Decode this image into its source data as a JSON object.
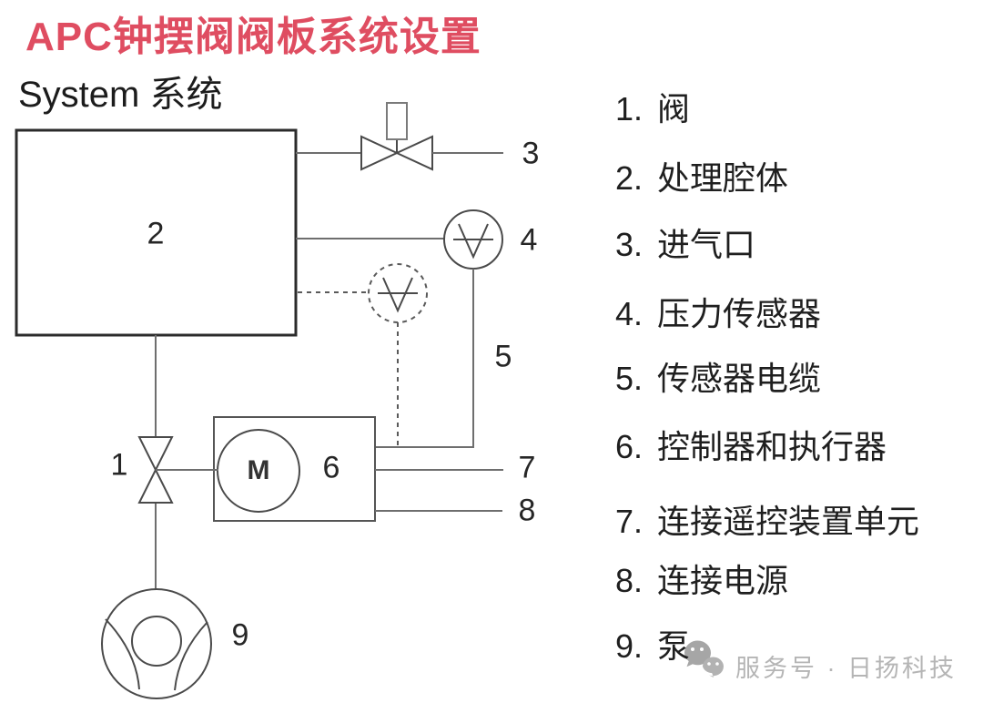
{
  "title": "APC钟摆阀阀板系统设置",
  "diagram": {
    "system_label": "System 系统",
    "labels": {
      "valve": "1",
      "chamber": "2",
      "inlet": "3",
      "sensor": "4",
      "cable": "5",
      "controller": "6",
      "remote": "7",
      "power": "8",
      "pump": "9",
      "motor": "M"
    }
  },
  "legend": {
    "items": [
      {
        "num": "1.",
        "label": "阀"
      },
      {
        "num": "2.",
        "label": "处理腔体"
      },
      {
        "num": "3.",
        "label": "进气口"
      },
      {
        "num": "4.",
        "label": "压力传感器"
      },
      {
        "num": "5.",
        "label": "传感器电缆"
      },
      {
        "num": "6.",
        "label": "控制器和执行器"
      },
      {
        "num": "7.",
        "label": "连接遥控装置单元"
      },
      {
        "num": "8.",
        "label": "连接电源"
      },
      {
        "num": "9.",
        "label": "泵"
      }
    ]
  },
  "watermark": {
    "icon": "wechat-icon",
    "text": "服务号 · 日扬科技"
  },
  "colors": {
    "title": "#df4d61",
    "line": "#6e6e6e",
    "shape": "#4a4a4a",
    "chamber_border": "#2b2b2b",
    "watermark": "#b5b5b5"
  }
}
